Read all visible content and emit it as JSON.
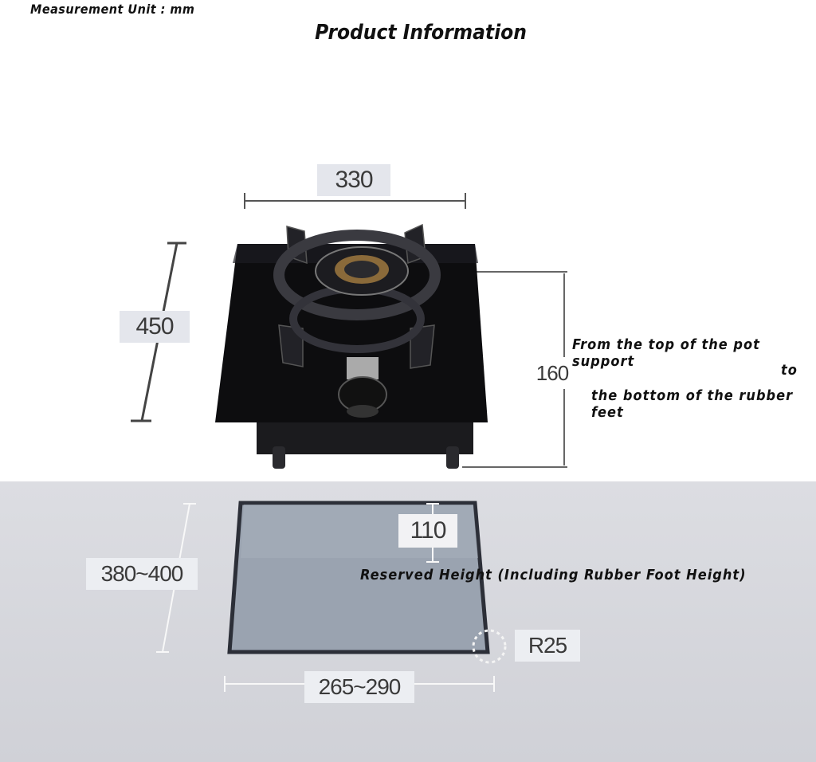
{
  "header": {
    "measurement_unit": "Measurement Unit : mm",
    "title": "Product Information"
  },
  "dimensions": {
    "width": "330",
    "depth": "450",
    "height": "160",
    "cutout_depth": "380~400",
    "cutout_width": "265~290",
    "reserved_height": "110",
    "corner_radius": "R25"
  },
  "notes": {
    "height_line1": "From the top of the pot support",
    "height_line2": "to",
    "height_line3": "the bottom of the rubber feet",
    "reserved_height": "Reserved Height (Including Rubber Foot Height)"
  },
  "colors": {
    "glass_top": "#0d0d0f",
    "cutout_fill": "#9aa3b0",
    "counter": "#d6d7dc"
  }
}
